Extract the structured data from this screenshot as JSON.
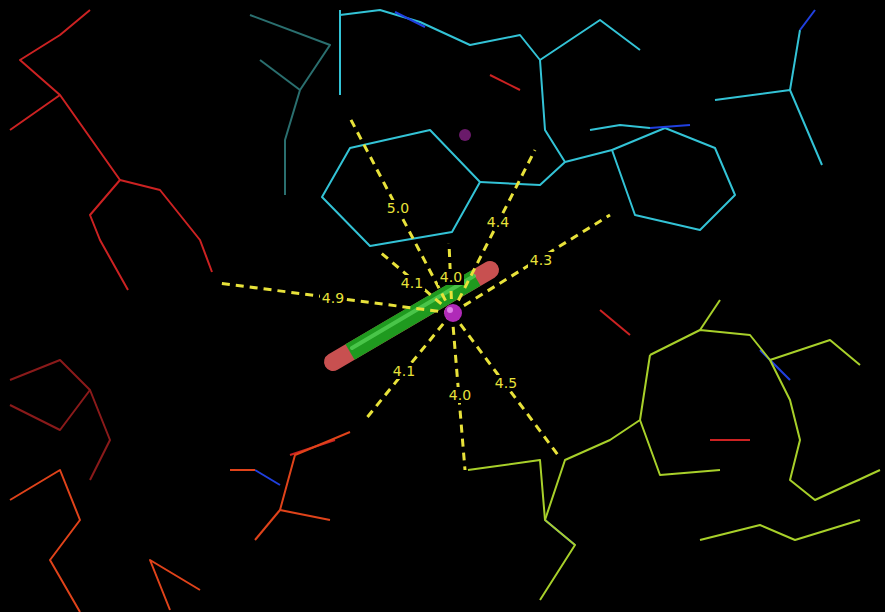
{
  "diagram": {
    "labels": [
      "5.0",
      "4.4",
      "4.1",
      "4.0",
      "4.3",
      "4.9",
      "4.1",
      "4.0",
      "4.5"
    ]
  }
}
